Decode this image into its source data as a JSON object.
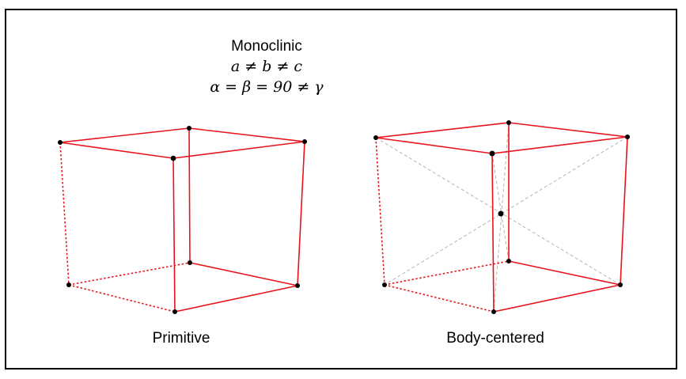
{
  "header": {
    "title": "Monoclinic",
    "relation_lengths": "a ≠ b ≠ c",
    "relation_angles": "α = β = 90 ≠ γ"
  },
  "lattices": [
    {
      "label": "Primitive"
    },
    {
      "label": "Body-centered"
    }
  ],
  "colors": {
    "edge": "#e8141c",
    "diagonal": "#b4b4b4",
    "vertex": "#000000",
    "border": "#000000"
  }
}
